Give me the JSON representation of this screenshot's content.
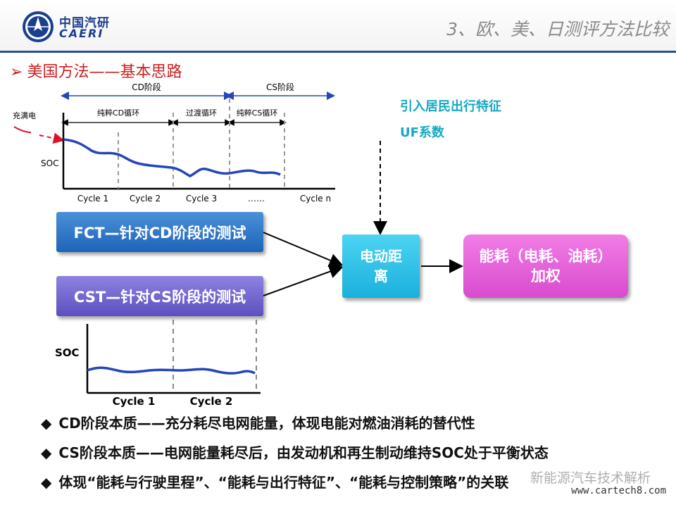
{
  "header": {
    "logo_cn": "中国汽研",
    "logo_en": "CAERI",
    "title": "3、欧、美、日测评方法比较"
  },
  "section_title": "美国方法——基本思路",
  "top_chart": {
    "phase_cd": "CD阶段",
    "phase_cs": "CS阶段",
    "sub_pure_cd": "纯粹CD循环",
    "sub_transition": "过渡循环",
    "sub_pure_cs": "纯粹CS循环",
    "full_charge": "充满电",
    "y_label": "SOC",
    "cycles": [
      "Cycle 1",
      "Cycle 2",
      "Cycle 3",
      "……",
      "Cycle n"
    ]
  },
  "bottom_chart": {
    "y_label": "SOC",
    "cycles": [
      "Cycle 1",
      "Cycle 2"
    ]
  },
  "boxes": {
    "fct": "FCT—针对CD阶段的测试",
    "cst": "CST—针对CS阶段的测试",
    "range_line1": "电动距",
    "range_line2": "离",
    "energy_line1": "能耗（电耗、油耗）",
    "energy_line2": "加权"
  },
  "uf_note": {
    "line1": "引入居民出行特征",
    "line2": "UF系数"
  },
  "bullets": [
    "CD阶段本质——充分耗尽电网能量，体现电能对燃油消耗的替代性",
    "CS阶段本质——电网能量耗尽后，由发动机和再生制动维持SOC处于平衡状态",
    "体现“能耗与行驶里程”、“能耗与出行特征”、“能耗与控制策略”的关联"
  ],
  "watermark": {
    "text": "新能源汽车技术解析",
    "url": "www.cartech8.com"
  },
  "colors": {
    "header_line": "#2a4f9a",
    "section_title": "#cc1f1f",
    "curve": "#2446b8",
    "fct_box": "#1e64b8",
    "cst_box": "#5d4fbf",
    "range_box": "#1ab0dc",
    "energy_box": "#d84bce",
    "uf_text": "#16a9c2",
    "full_charge_arrow": "#e0102a"
  }
}
